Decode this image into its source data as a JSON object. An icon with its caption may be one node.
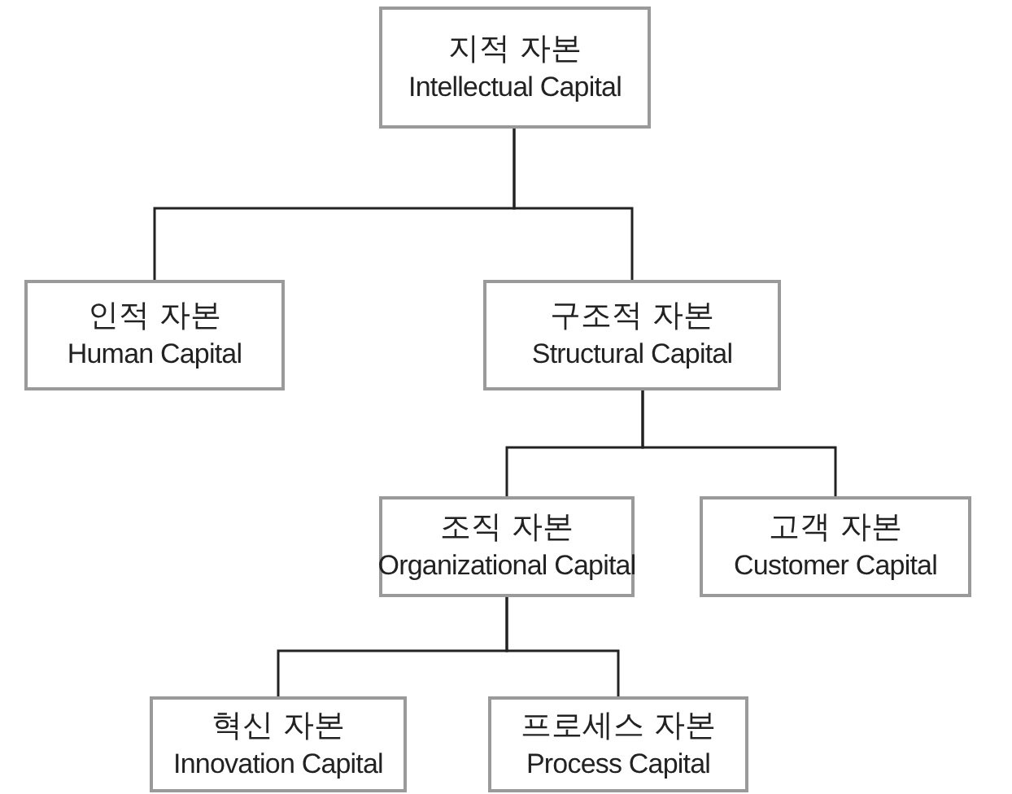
{
  "diagram": {
    "nodes": [
      {
        "text": [
          "지적 자본",
          "Intellectual Capital"
        ]
      },
      {
        "text": [
          "인적 자본",
          "Human Capital"
        ]
      },
      {
        "text": [
          "구조적 자본",
          "Structural Capital"
        ]
      },
      {
        "text": [
          "조직 자본",
          "Organizational Capital"
        ]
      },
      {
        "text": [
          "고객 자본",
          "Customer Capital"
        ]
      },
      {
        "text": [
          "혁신 자본",
          "Innovation Capital"
        ]
      },
      {
        "text": [
          "프로세스 자본",
          "Process Capital"
        ]
      }
    ],
    "edges": [
      {
        "from": 0,
        "to": 1,
        "arrow": "none"
      },
      {
        "from": 0,
        "to": 2,
        "arrow": "none"
      },
      {
        "from": 2,
        "to": 3,
        "arrow": "none"
      },
      {
        "from": 2,
        "to": 4,
        "arrow": "none"
      },
      {
        "from": 3,
        "to": 5,
        "arrow": "none"
      },
      {
        "from": 3,
        "to": 6,
        "arrow": "none"
      }
    ]
  }
}
